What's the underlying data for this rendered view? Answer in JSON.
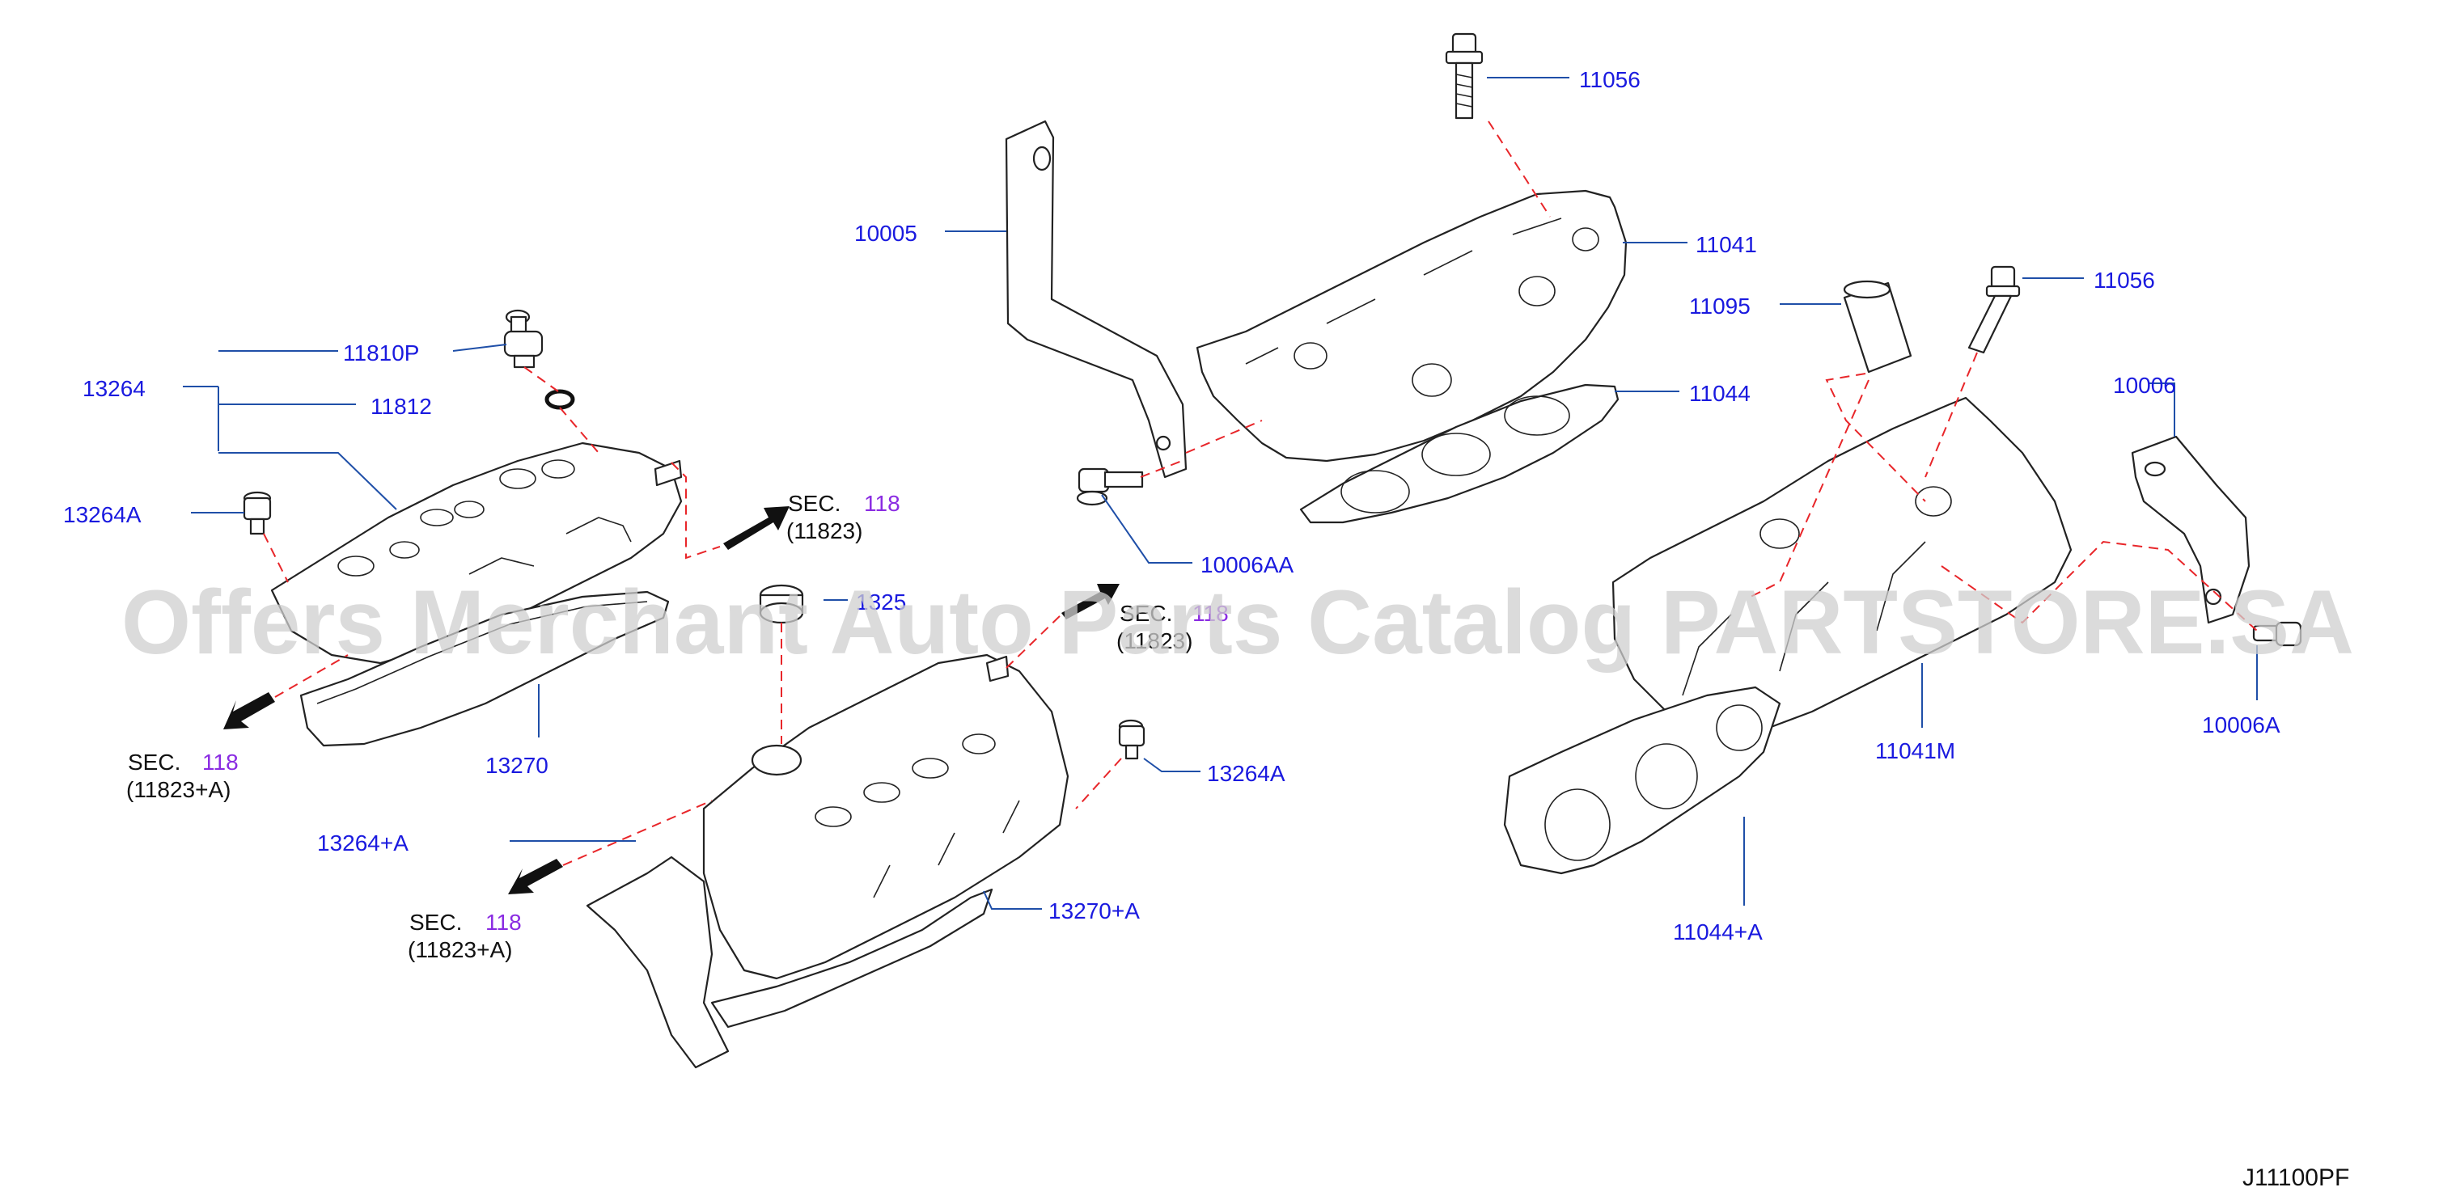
{
  "colors": {
    "part_label": "#1a1adf",
    "section_label": "#8a2be2",
    "leader_line": "#1f4fa8",
    "dash_line": "#e8262a",
    "watermark": "#cfcfcf"
  },
  "watermark": "Offers Merchant Auto Parts Catalog PARTSTORE.SA",
  "diagram_code": "J11100PF",
  "parts": {
    "p11056_top": "11056",
    "p11041": "11041",
    "p10005": "10005",
    "p11095": "11095",
    "p11056_right": "11056",
    "p11044": "11044",
    "p10006": "10006",
    "p11810P": "11810P",
    "p13264": "13264",
    "p11812": "11812",
    "p13264A_left": "13264A",
    "p10006AA": "10006AA",
    "p13270": "13270",
    "p11041M": "11041M",
    "p10006A": "10006A",
    "p13264A_mid": "13264A",
    "p13264pA": "13264+A",
    "p13270pA": "13270+A",
    "p11044pA": "11044+A",
    "p13255_partial": "1325"
  },
  "sections": {
    "sec_right": {
      "label": "SEC.",
      "num": "118",
      "ref": "(11823)"
    },
    "sec_left": {
      "label": "SEC.",
      "num": "118",
      "ref": "(11823+A)"
    },
    "sec_mid_bottom": {
      "label": "SEC.",
      "num": "118",
      "ref": "(11823+A)"
    },
    "sec_mid_partial": {
      "label": "SEC.",
      "num": "118",
      "ref": "(11823)"
    }
  }
}
